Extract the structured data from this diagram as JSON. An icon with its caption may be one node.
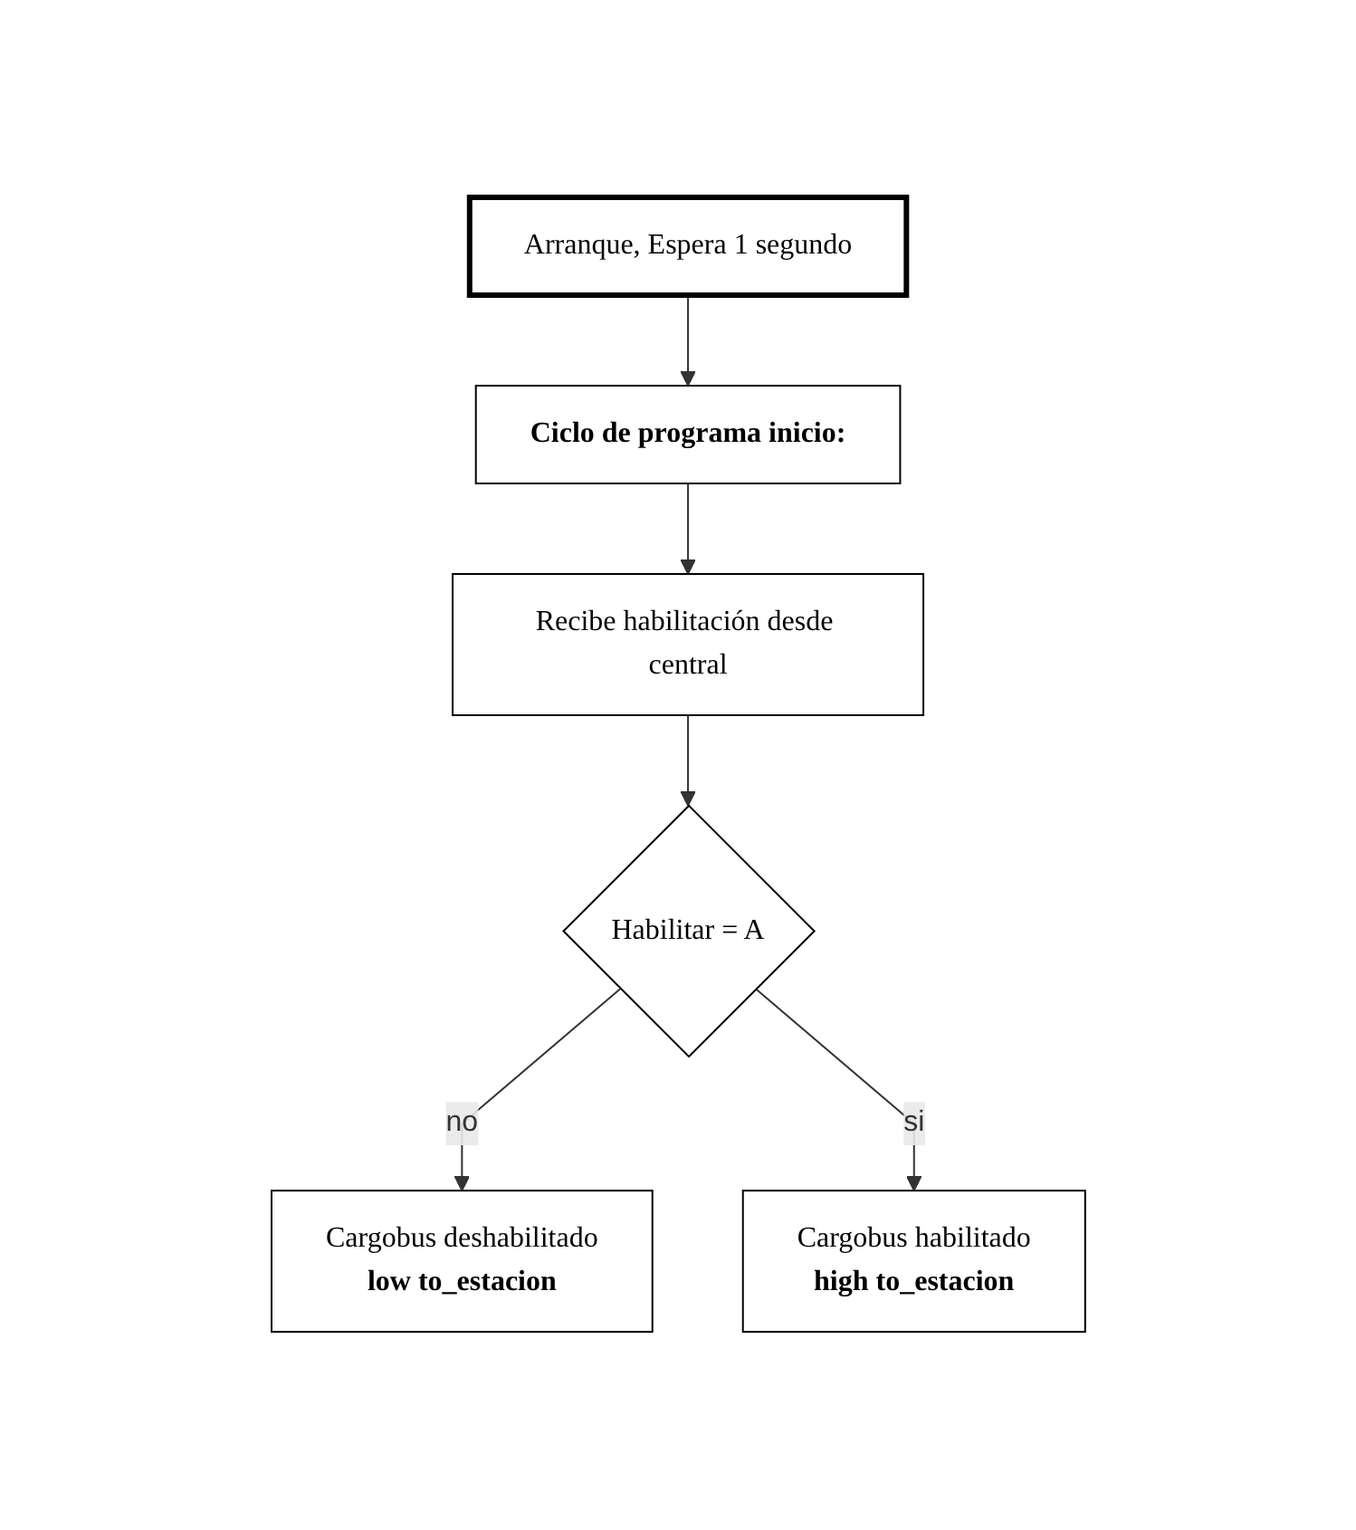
{
  "diagram": {
    "nodes": [
      {
        "text": [
          "Arranque, Espera 1 segundo"
        ]
      },
      {
        "text": [
          "Ciclo de programa inicio:"
        ]
      },
      {
        "text": [
          "Recibe habilitación desde central"
        ]
      },
      {
        "text": [
          "Habilitar = A"
        ]
      },
      {
        "text": [
          "Cargobus deshabilitado",
          "low to_estacion"
        ]
      },
      {
        "text": [
          "Cargobus habilitado",
          "high to_estacion"
        ]
      }
    ],
    "edges": [
      {
        "from": 0,
        "to": 1,
        "arrow": "to"
      },
      {
        "from": 1,
        "to": 2,
        "arrow": "to"
      },
      {
        "from": 2,
        "to": 3,
        "arrow": "to"
      },
      {
        "from": 3,
        "to": 4,
        "arrow": "to",
        "label": "no"
      },
      {
        "from": 3,
        "to": 5,
        "arrow": "to",
        "label": "si"
      }
    ]
  }
}
